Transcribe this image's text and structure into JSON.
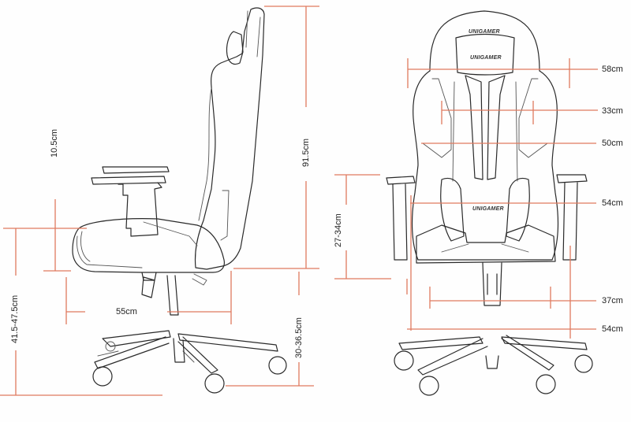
{
  "diagram": {
    "subject": "Gaming chair dimension drawing",
    "brand_text": "UNIGAMER",
    "dimension_color": "#e07a5f",
    "side_view": {
      "labels": {
        "armrest_height_adjust": "10.5cm",
        "total_backrest_height": "91.5cm",
        "seat_height": "41.5-47.5cm",
        "seat_depth": "55cm",
        "base_to_seat_height": "30-36.5cm"
      }
    },
    "front_view": {
      "labels": {
        "shoulder_width": "58cm",
        "lumbar_inner_width": "33cm",
        "back_width": "50cm",
        "armrest_height": "27-34cm",
        "seat_width": "54cm",
        "seat_pan_width": "37cm",
        "base_width": "54cm"
      },
      "brand_labels": [
        "UNIGAMER",
        "UNIGAMER",
        "UNIGAMER"
      ]
    }
  }
}
